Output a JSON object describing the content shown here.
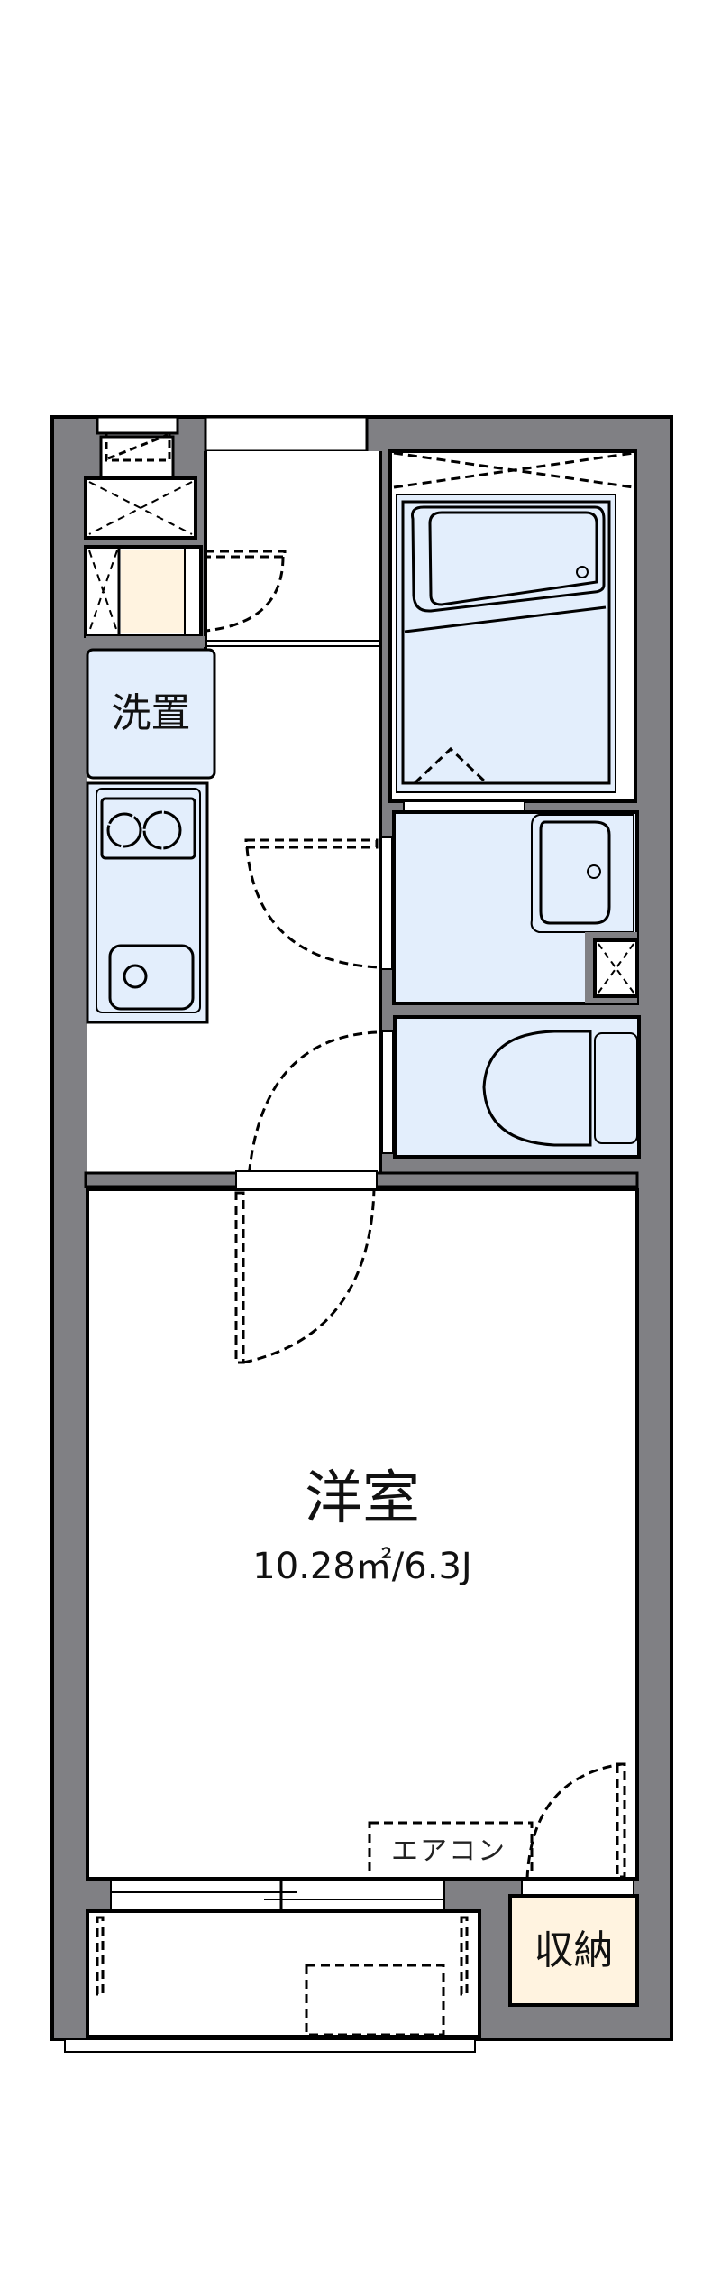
{
  "floorplan": {
    "rooms": [
      {
        "id": "western-room",
        "label": "洋室",
        "area": "10.28㎡/6.3J"
      },
      {
        "id": "washer-space",
        "label": "洗置"
      },
      {
        "id": "storage",
        "label": "収納"
      }
    ],
    "fixtures": {
      "air_conditioner": "エアコン"
    },
    "colors": {
      "wall": "#808084",
      "outline": "#000000",
      "wet_area": "#E3EEFC",
      "storage": "#FFF3E0",
      "floor": "#FFFFFF"
    }
  }
}
